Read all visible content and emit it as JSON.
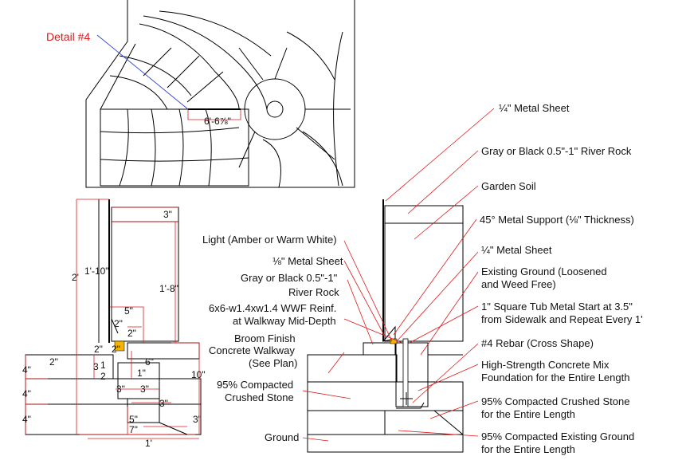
{
  "detail_callout": "Detail #4",
  "plan_dimension": "6'-6⅞\"",
  "callouts_right": {
    "metal_sheet_top": "¼\" Metal Sheet",
    "river_rock": "Gray or Black 0.5\"-1\" River Rock",
    "garden_soil": "Garden Soil",
    "metal_support": "45° Metal Support (⅛\" Thickness)",
    "metal_sheet_mid": "¼\" Metal Sheet",
    "existing_ground_1": "Existing Ground (Loosened",
    "existing_ground_2": "and Weed Free)",
    "tub_metal_1": "1\" Square Tub Metal Start at 3.5\"",
    "tub_metal_2": "from Sidewalk and Repeat Every 1'",
    "rebar": "#4 Rebar (Cross Shape)",
    "concrete_mix_1": "High-Strength Concrete Mix",
    "concrete_mix_2": "Foundation for the Entire Length",
    "crushed_stone_1": "95% Compacted Crushed Stone",
    "crushed_stone_2": "for the Entire Length",
    "existing_compacted_1": "95% Compacted Existing Ground",
    "existing_compacted_2": "for the Entire Length"
  },
  "callouts_middle": {
    "light": "Light (Amber or Warm White)",
    "metal_sheet": "⅛\" Metal Sheet",
    "river_rock_1": "Gray or Black 0.5\"-1\"",
    "river_rock_2": "River Rock",
    "wwf_1": "6x6-w1.4xw1.4 WWF Reinf.",
    "wwf_2": "at Walkway Mid-Depth",
    "broom_1": "Broom Finish",
    "broom_2": "Concrete Walkway",
    "broom_3": "(See Plan)",
    "compacted_stone_1": "95% Compacted",
    "compacted_stone_2": "Crushed Stone",
    "ground": "Ground"
  },
  "dimensions": {
    "d3_top": "3\"",
    "d2": "2'",
    "d1_10": "1'-10\"",
    "d1_8": "1'-8\"",
    "d5": "5\"",
    "d2a": "2\"",
    "d2b": "2\"",
    "d2c": "2\"",
    "d2d": "2\"",
    "d2e": "2\"",
    "d6": "6\"",
    "d10": "10\"",
    "d4a": "4\"",
    "d4b": "4\"",
    "d4c": "4\"",
    "d1": "1\"",
    "d1_half_num": "1",
    "d1_half_den": "2",
    "d3_half": "3",
    "d3a": "3\"",
    "d3b": "3\"",
    "d3c": "3\"",
    "d3d": "3\"",
    "d5b": "5\"",
    "d7": "7\"",
    "d1ft": "1'"
  }
}
